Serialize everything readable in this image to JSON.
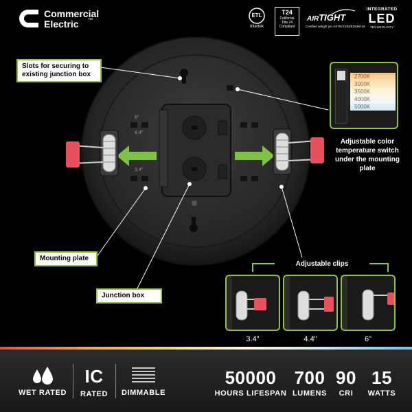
{
  "brand": {
    "logo_icon": "commercial-electric-c-logo",
    "name_line1": "Commercial",
    "name_line2": "Electric",
    "tm": "™"
  },
  "certifications": {
    "etl": {
      "mark": "ETL",
      "sub": "Intertek"
    },
    "t24": {
      "mark": "T24",
      "sub": "California Title 24 Compliant"
    },
    "airtight": {
      "mark_air": "AIR",
      "mark_tight": "TIGHT",
      "sub": "Certified airtight per ASTM E283/E283M-19"
    },
    "integrated_led": {
      "top": "INTEGRATED",
      "mark": "LED",
      "sub": "TECHNOLOGY"
    }
  },
  "callouts": {
    "slots": "Slots for securing to existing junction box",
    "mounting_plate": "Mounting plate",
    "junction_box": "Junction box",
    "cct_switch": "Adjustable color temperature switch under the mounting plate",
    "adjustable_clips": "Adjustable clips"
  },
  "color_temps": [
    "2700K",
    "3000K",
    "3500K",
    "4000K",
    "5000K"
  ],
  "plate_marks": [
    "6\"",
    "4.4\"",
    "3.4\""
  ],
  "clips": [
    {
      "size": "3.4\""
    },
    {
      "size": "4.4\""
    },
    {
      "size": "6\""
    }
  ],
  "features": {
    "wet_rated": "WET RATED",
    "ic_big": "IC",
    "ic_small": "RATED",
    "dimmable": "DIMMABLE",
    "lifespan_value": "50000",
    "lifespan_label": "HOURS LIFESPAN",
    "lumens_value": "700",
    "lumens_label": "LUMENS",
    "cri_value": "90",
    "cri_label": "CRI",
    "watts_value": "15",
    "watts_label": "WATTS"
  },
  "colors": {
    "accent_green": "#8dc63f",
    "clip_red": "#e8505b",
    "arrow_green": "#7dc242"
  }
}
